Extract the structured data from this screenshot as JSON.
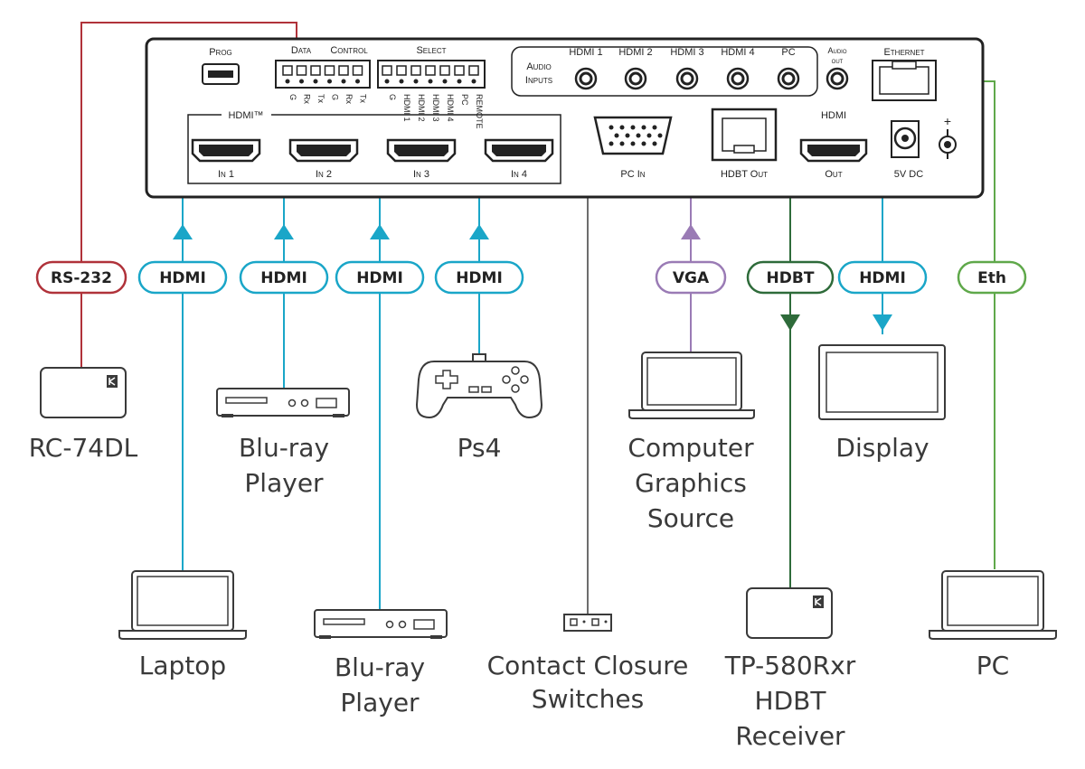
{
  "panel": {
    "prog": "Prog",
    "data": "Data",
    "control": "Control",
    "data_pins": [
      "G",
      "Rx",
      "Tx",
      "G",
      "Rx",
      "Tx"
    ],
    "select": "Select",
    "select_pins": [
      "G",
      "HDMI 1",
      "HDMI 2",
      "HDMI 3",
      "HDMI 4",
      "PC",
      "REMOTE"
    ],
    "audio_inputs_line1": "Audio",
    "audio_inputs_line2": "Inputs",
    "audio_labels": [
      "HDMI 1",
      "HDMI 2",
      "HDMI 3",
      "HDMI 4",
      "PC"
    ],
    "audio_out_line1": "Audio",
    "audio_out_line2": "out",
    "ethernet": "Ethernet",
    "hdmi_group": "HDMI™",
    "inputs": [
      "In 1",
      "In 2",
      "In 3",
      "In 4"
    ],
    "pc_in": "PC In",
    "hdbt_out": "HDBT Out",
    "hdmi_out_title": "HDMI",
    "hdmi_out": "Out",
    "power": "5V DC",
    "plus": "+"
  },
  "pills": {
    "rs232": "RS-232",
    "hdmi1": "HDMI",
    "hdmi2": "HDMI",
    "hdmi3": "HDMI",
    "hdmi4": "HDMI",
    "vga": "VGA",
    "hdbt": "HDBT",
    "hdmi_out": "HDMI",
    "eth": "Eth"
  },
  "devices": {
    "rc74dl": "RC-74DL",
    "bluray_top_l1": "Blu-ray",
    "bluray_top_l2": "Player",
    "ps4": "Ps4",
    "cgs_l1": "Computer",
    "cgs_l2": "Graphics",
    "cgs_l3": "Source",
    "display": "Display",
    "laptop": "Laptop",
    "bluray_bot_l1": "Blu-ray",
    "bluray_bot_l2": "Player",
    "contact_l1": "Contact Closure",
    "contact_l2": "Switches",
    "tp580_l1": "TP-580Rxr",
    "tp580_l2": "HDBT",
    "tp580_l3": "Receiver",
    "pc": "PC"
  },
  "colors": {
    "red": "#b0323a",
    "cyan": "#1aa6c8",
    "purple": "#9a7bb5",
    "darkgreen": "#2e6b3a",
    "green": "#5fa84a",
    "gray": "#6d6d6d",
    "ink": "#222222"
  }
}
